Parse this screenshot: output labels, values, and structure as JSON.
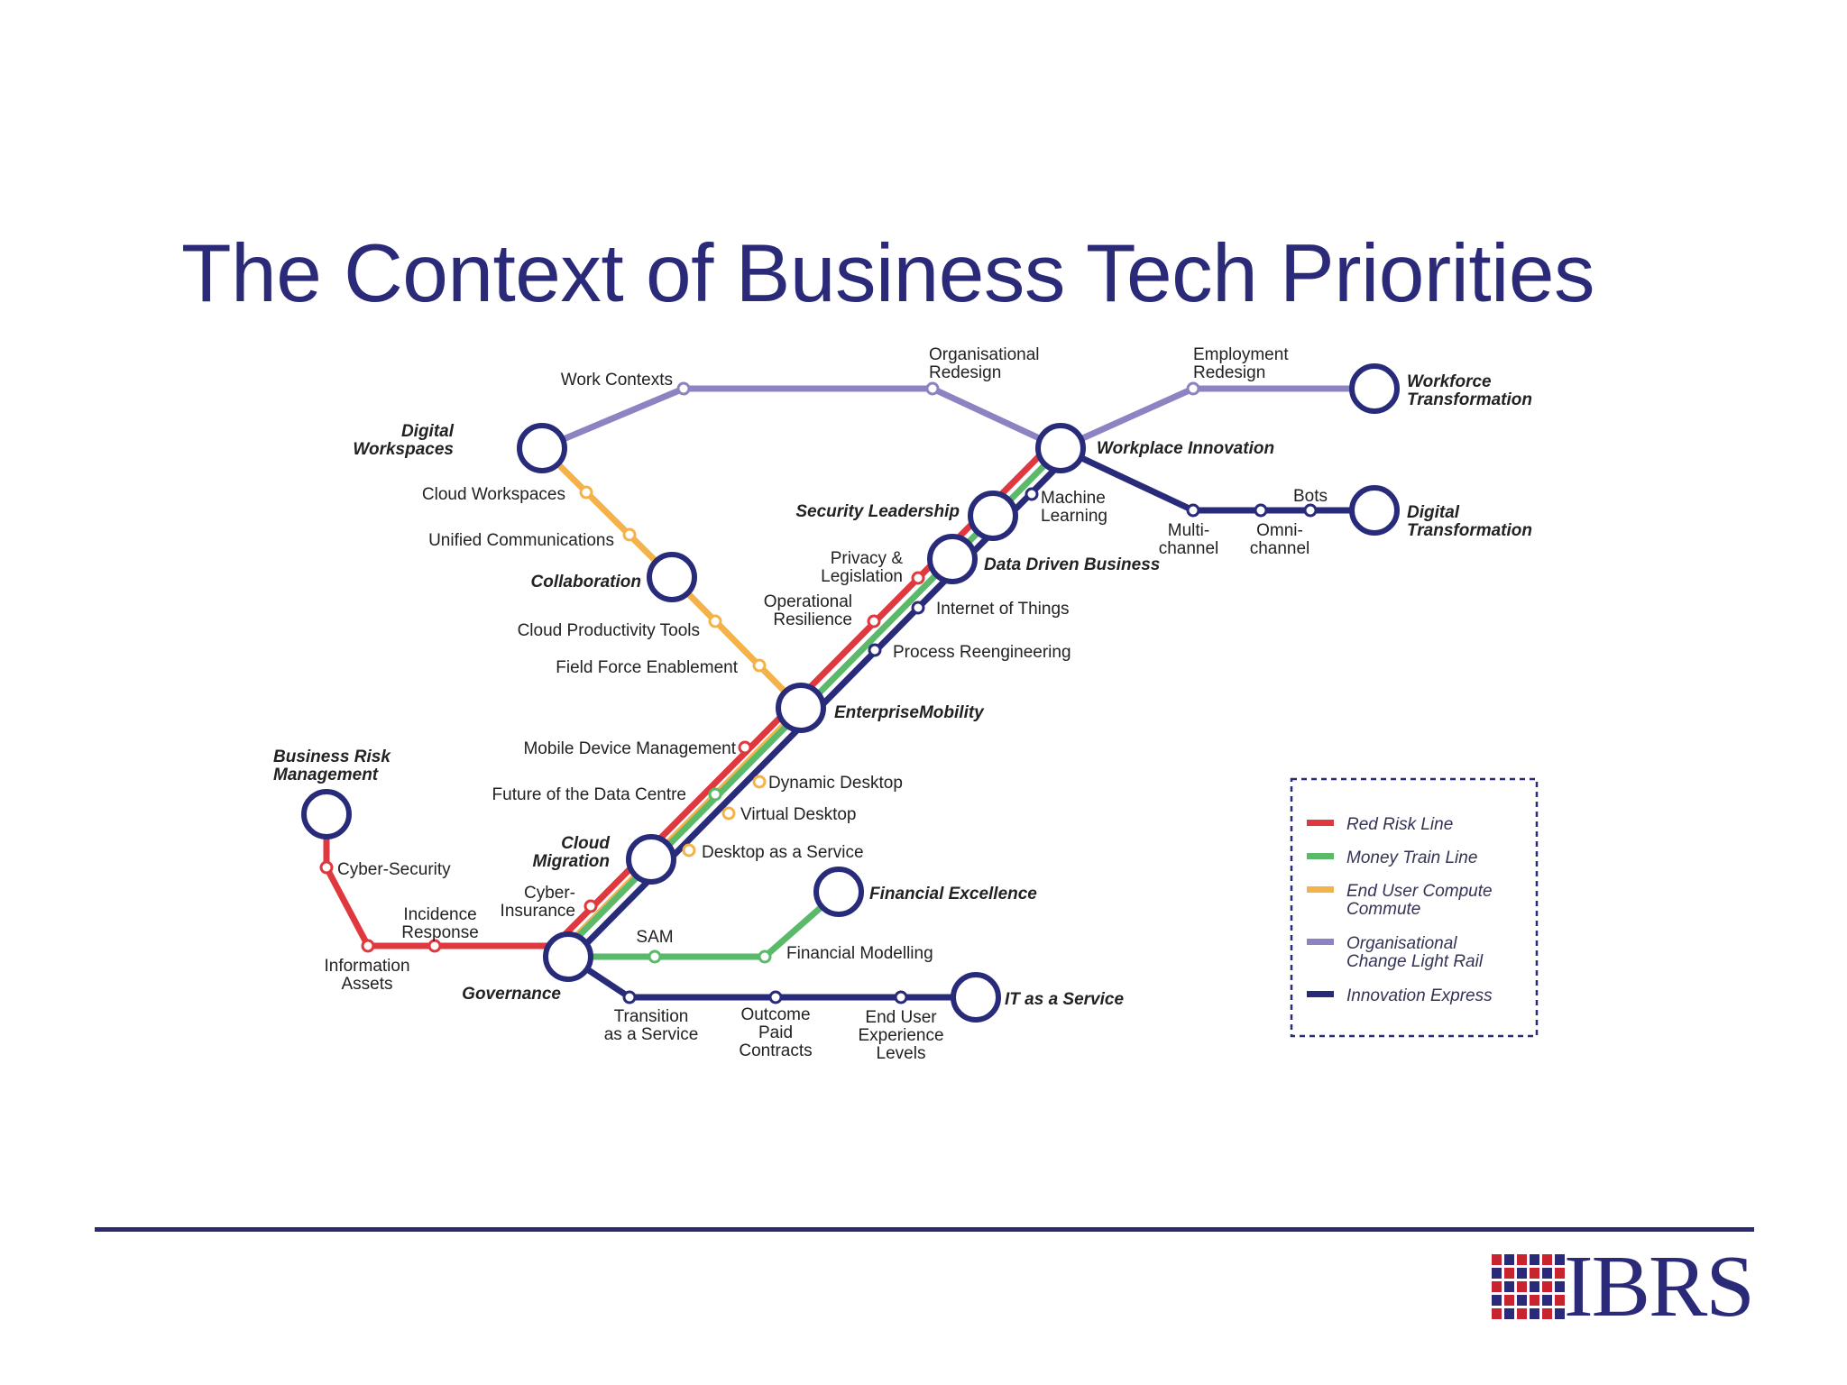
{
  "title": "The Context of Business Tech Priorities",
  "colors": {
    "red": "#e0383f",
    "green": "#5bb96a",
    "orange": "#f4b34a",
    "purple": "#8c84c2",
    "navy": "#282b7a",
    "title": "#2a2a78"
  },
  "legend": [
    {
      "color": "red",
      "lines": [
        "Red Risk Line"
      ]
    },
    {
      "color": "green",
      "lines": [
        "Money Train Line"
      ]
    },
    {
      "color": "orange",
      "lines": [
        "End User Compute",
        "Commute"
      ]
    },
    {
      "color": "purple",
      "lines": [
        "Organisational",
        "Change Light Rail"
      ]
    },
    {
      "color": "navy",
      "lines": [
        "Innovation Express"
      ]
    }
  ],
  "hubs": {
    "digital_workspaces": [
      "Digital",
      "Workspaces"
    ],
    "collaboration": [
      "Collaboration"
    ],
    "workplace_innovation": [
      "Workplace Innovation"
    ],
    "workforce_transformation": [
      "Workforce",
      "Transformation"
    ],
    "digital_transformation": [
      "Digital",
      "Transformation"
    ],
    "security_leadership": [
      "Security Leadership"
    ],
    "data_driven_business": [
      "Data Driven Business"
    ],
    "enterprise_mobility": [
      "EnterpriseMobility"
    ],
    "business_risk_management": [
      "Business Risk",
      "Management"
    ],
    "cloud_migration": [
      "Cloud",
      "Migration"
    ],
    "financial_excellence": [
      "Financial Excellence"
    ],
    "governance": [
      "Governance"
    ],
    "it_as_a_service": [
      "IT as a Service"
    ]
  },
  "stations": {
    "work_contexts": [
      "Work Contexts"
    ],
    "organisational_redesign": [
      "Organisational",
      "Redesign"
    ],
    "employment_redesign": [
      "Employment",
      "Redesign"
    ],
    "cloud_workspaces": [
      "Cloud Workspaces"
    ],
    "unified_communications": [
      "Unified Communications"
    ],
    "cloud_productivity_tools": [
      "Cloud Productivity Tools"
    ],
    "field_force_enablement": [
      "Field Force Enablement"
    ],
    "machine_learning": [
      "Machine",
      "Learning"
    ],
    "multi_channel": [
      "Multi-",
      "channel"
    ],
    "omni_channel": [
      "Omni-",
      "channel"
    ],
    "bots": [
      "Bots"
    ],
    "privacy_legislation": [
      "Privacy &",
      "Legislation"
    ],
    "operational_resilience": [
      "Operational",
      "Resilience"
    ],
    "internet_of_things": [
      "Internet of Things"
    ],
    "process_reengineering": [
      "Process Reengineering"
    ],
    "mobile_device_management": [
      "Mobile Device Management"
    ],
    "future_data_centre": [
      "Future of the Data Centre"
    ],
    "dynamic_desktop": [
      "Dynamic Desktop"
    ],
    "virtual_desktop": [
      "Virtual Desktop"
    ],
    "desktop_as_a_service": [
      "Desktop as a Service"
    ],
    "cyber_security": [
      "Cyber-Security"
    ],
    "cyber_insurance": [
      "Cyber-",
      "Insurance"
    ],
    "incidence_response": [
      "Incidence",
      "Response"
    ],
    "information_assets": [
      "Information",
      "Assets"
    ],
    "sam": [
      "SAM"
    ],
    "financial_modelling": [
      "Financial Modelling"
    ],
    "transition_as_a_service": [
      "Transition",
      "as a Service"
    ],
    "outcome_paid_contracts": [
      "Outcome",
      "Paid",
      "Contracts"
    ],
    "end_user_experience_levels": [
      "End User",
      "Experience",
      "Levels"
    ]
  },
  "logo": {
    "text": "IBRS"
  }
}
